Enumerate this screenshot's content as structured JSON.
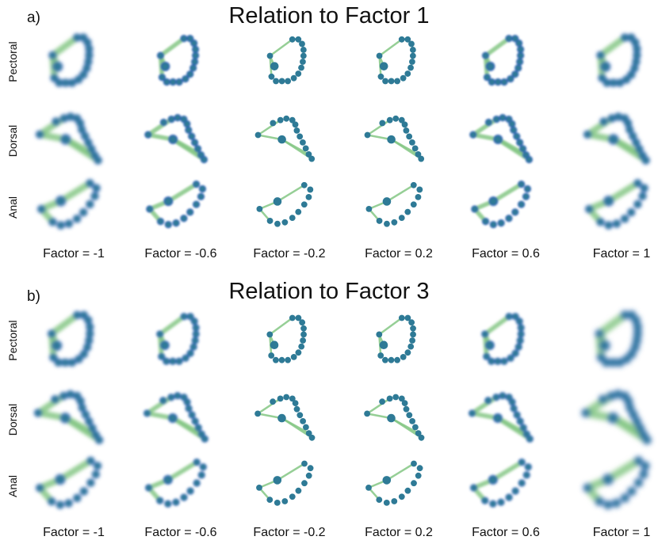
{
  "panels": [
    {
      "letter": "a)",
      "title": "Relation to Factor 1",
      "rows": [
        "Pectoral",
        "Dorsal",
        "Anal"
      ],
      "columns": [
        "Factor = -1",
        "Factor = -0.6",
        "Factor = -0.2",
        "Factor = 0.2",
        "Factor = 0.6",
        "Factor = 1"
      ],
      "factor_values": [
        -1,
        -0.6,
        -0.2,
        0.2,
        0.6,
        1
      ],
      "blur": [
        1.0,
        0.55,
        0.05,
        0.05,
        0.55,
        1.0
      ]
    },
    {
      "letter": "b)",
      "title": "Relation to Factor 3",
      "rows": [
        "Pectoral",
        "Dorsal",
        "Anal"
      ],
      "columns": [
        "Factor = -1",
        "Factor = -0.6",
        "Factor = -0.2",
        "Factor = 0.2",
        "Factor = 0.6",
        "Factor = 1"
      ],
      "factor_values": [
        -1,
        -0.6,
        -0.2,
        0.2,
        0.6,
        1
      ],
      "blur": [
        1.0,
        0.6,
        0.05,
        0.05,
        0.6,
        1.3
      ]
    }
  ],
  "colors": {
    "landmark": "#2e7a96",
    "landmark_blur": "#2f5fb5",
    "link": "#84c784"
  }
}
